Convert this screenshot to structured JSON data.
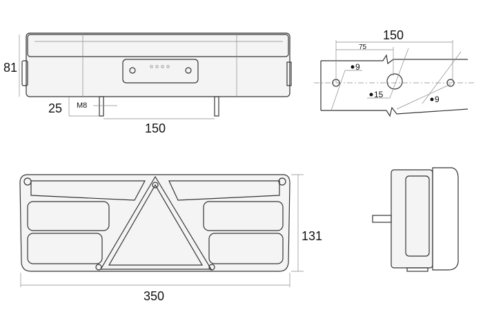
{
  "top_view": {
    "height_label": "81",
    "stud_length_label": "25",
    "thread_label": "M8",
    "stud_spacing_label": "150"
  },
  "mounting_pattern": {
    "spacing_label": "150",
    "half_spacing_label": "75",
    "hole_left_label": "9",
    "hole_center_label": "15",
    "hole_right_label": "9"
  },
  "front_view": {
    "height_label": "131",
    "width_label": "350"
  }
}
